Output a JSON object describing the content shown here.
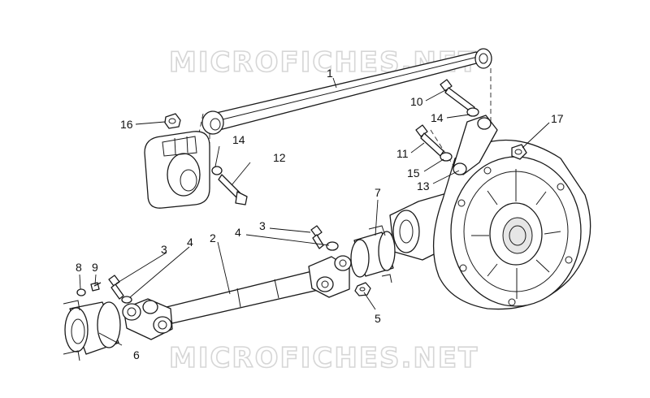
{
  "watermark": {
    "top": "MICROFICHES.NET",
    "bottom": "MICROFICHES.NET"
  },
  "callouts": {
    "c1": "1",
    "c2": "2",
    "c3a": "3",
    "c3b": "3",
    "c4a": "4",
    "c4b": "4",
    "c5": "5",
    "c6": "6",
    "c7": "7",
    "c8": "8",
    "c9": "9",
    "c10": "10",
    "c11": "11",
    "c12": "12",
    "c13": "13",
    "c14a": "14",
    "c14b": "14",
    "c15": "15",
    "c16": "16",
    "c17": "17"
  },
  "colors": {
    "line": "#1a1a1a",
    "watermark": "#d6d6d6",
    "background": "#ffffff"
  }
}
